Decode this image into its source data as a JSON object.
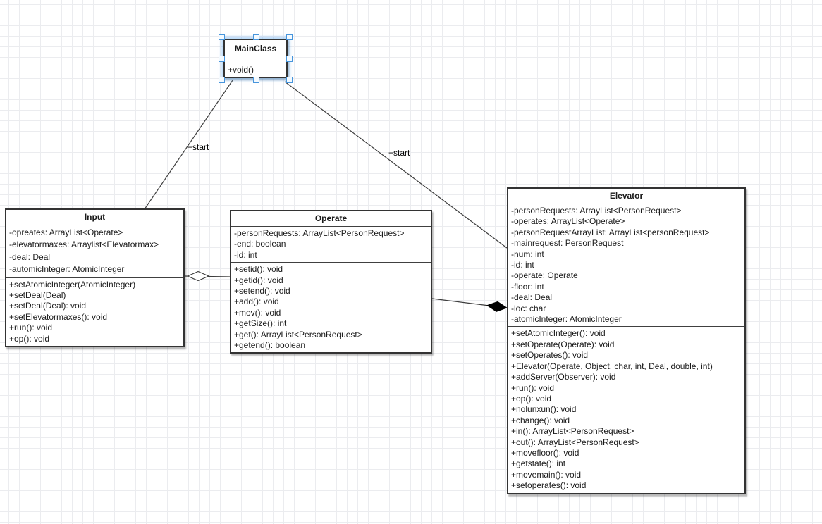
{
  "canvas": {
    "background": "#ffffff",
    "grid_color": "#ebecef",
    "selection_color": "#4795dc",
    "shape_border_color": "#333333"
  },
  "classes": [
    {
      "name": "MainClass",
      "selected": true,
      "attributes": [],
      "methods": [
        "+void()"
      ]
    },
    {
      "name": "Input",
      "attributes": [
        "-opreates: ArrayList<Operate>",
        "-elevatormaxes: Arraylist<Elevatormax>",
        "-deal: Deal",
        "-automicInteger: AtomicInteger"
      ],
      "methods": [
        "+setAtomicInteger(AtomicInteger)",
        "+setDeal(Deal)",
        "+setDeal(Deal): void",
        "+setElevatormaxes(): void",
        "+run(): void",
        "+op(): void"
      ]
    },
    {
      "name": "Operate",
      "attributes": [
        "-personRequests: ArrayList<PersonRequest>",
        "-end: boolean",
        "-id: int"
      ],
      "methods": [
        "+setid(): void",
        "+getid(): void",
        "+setend(): void",
        "+add(): void",
        "+mov(): void",
        "+getSize(): int",
        "+get(): ArrayList<PersonRequest>",
        "+getend(): boolean"
      ]
    },
    {
      "name": "Elevator",
      "attributes": [
        "-personRequests: ArrayList<PersonRequest>",
        "-operates: ArrayList<Operate>",
        "-personRequestArrayList: ArrayList<personRequest>",
        "-mainrequest: PersonRequest",
        "-num: int",
        "-id: int",
        "-operate: Operate",
        "-floor: int",
        "-deal: Deal",
        "-loc: char",
        "-atomicInteger: AtomicInteger"
      ],
      "methods": [
        "+setAtomicInteger(): void",
        "+setOperate(Operate): void",
        "+setOperates(): void",
        "+Elevator(Operate, Object, char, int, Deal, double, int)",
        "+addServer(Observer): void",
        "+run(): void",
        "+op(): void",
        "+nolunxun(): void",
        "+change(): void",
        "+in(): ArrayList<PersonRequest>",
        "+out(): ArrayList<PersonRequest>",
        "+movefloor(): void",
        "+getstate(): int",
        "+movemain(): void",
        "+setoperates(): void"
      ]
    }
  ],
  "edges": [
    {
      "from": "MainClass",
      "to": "Input",
      "label": "+start",
      "type": "association"
    },
    {
      "from": "MainClass",
      "to": "Elevator",
      "label": "+start",
      "type": "association"
    },
    {
      "from": "Input",
      "to": "Operate",
      "label": "",
      "type": "aggregation"
    },
    {
      "from": "Operate",
      "to": "Elevator",
      "label": "",
      "type": "composition"
    }
  ]
}
